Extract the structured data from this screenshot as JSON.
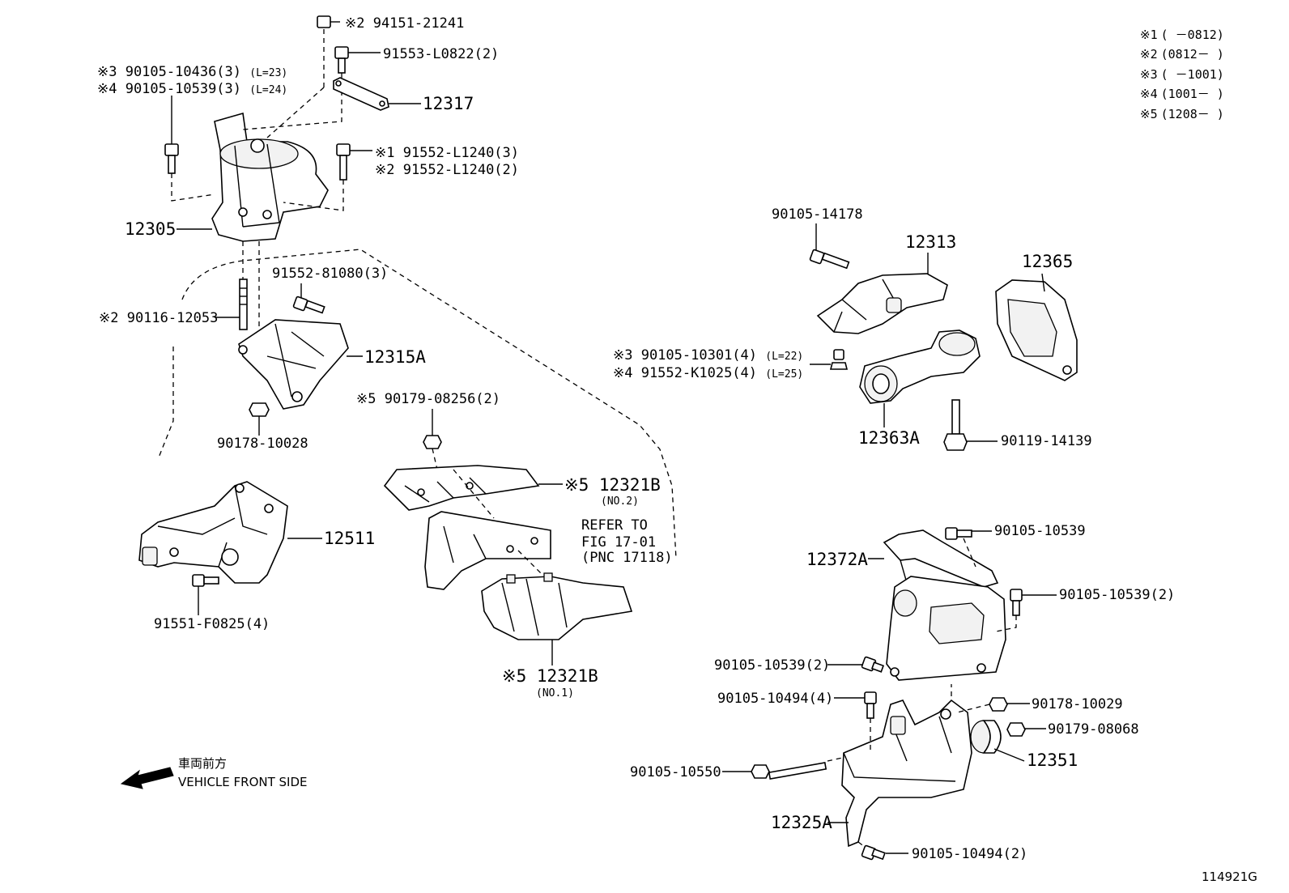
{
  "figure_code": "114921G",
  "legend": [
    {
      "mark": "※1",
      "range": "(      －0812)"
    },
    {
      "mark": "※2",
      "range": "(0812－      )"
    },
    {
      "mark": "※3",
      "range": "(      －1001)"
    },
    {
      "mark": "※4",
      "range": "(1001－      )"
    },
    {
      "mark": "※5",
      "range": "(1208－      )"
    }
  ],
  "front_label_jp": "車両前方",
  "front_label_en": "VEHICLE FRONT SIDE",
  "refer_note": [
    "REFER TO",
    "FIG 17-01",
    "(PNC 17118)"
  ],
  "labels": {
    "p94151": "※2 94151-21241",
    "p91553": "91553-L0822(2)",
    "p90105_10436": "※3 90105-10436(3)",
    "p90105_10436_len": "(L=23)",
    "p90105_10539_3": "※4 90105-10539(3)",
    "p90105_10539_3_len": "(L=24)",
    "p12317": "12317",
    "p91552_L1240_3": "※1 91552-L1240(3)",
    "p91552_L1240_2": "※2 91552-L1240(2)",
    "p12305": "12305",
    "p91552_81080": "91552-81080(3)",
    "p90116": "※2 90116-12053",
    "p12315A": "12315A",
    "p90178_10028": "90178-10028",
    "p90179_08256": "※5 90179-08256(2)",
    "p12321B_2": "※5 12321B",
    "p12321B_2_sub": "(NO.2)",
    "p12511": "12511",
    "p91551": "91551-F0825(4)",
    "p12321B_1": "※5 12321B",
    "p12321B_1_sub": "(NO.1)",
    "p90105_14178": "90105-14178",
    "p12313": "12313",
    "p12365": "12365",
    "p90105_10301": "※3 90105-10301(4)",
    "p90105_10301_len": "(L=22)",
    "p91552_K1025": "※4 91552-K1025(4)",
    "p91552_K1025_len": "(L=25)",
    "p12363A": "12363A",
    "p90119": "90119-14139",
    "p90105_10539_a": "90105-10539",
    "p12372A": "12372A",
    "p90105_10539_b": "90105-10539(2)",
    "p90105_10539_c": "90105-10539(2)",
    "p90105_10494_4": "90105-10494(4)",
    "p90178_10029": "90178-10029",
    "p90179_08068": "90179-08068",
    "p12351": "12351",
    "p90105_10550": "90105-10550",
    "p12325A": "12325A",
    "p90105_10494_2": "90105-10494(2)"
  }
}
